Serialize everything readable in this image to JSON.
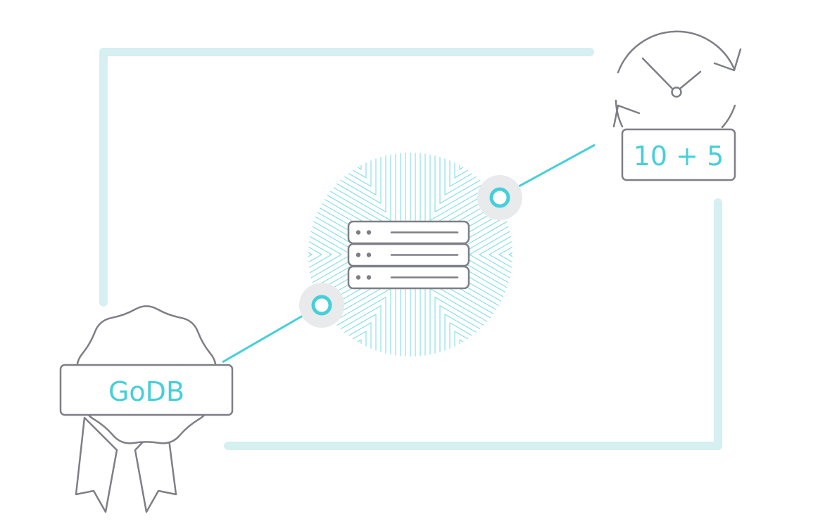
{
  "colors": {
    "frame": "#d6eff1",
    "accent": "#47cfd8",
    "stroke": "#7e7f86",
    "node_fill": "#e9eaec",
    "background": "#ffffff"
  },
  "badge": {
    "label": "GoDB",
    "icon": "award-ribbon-icon"
  },
  "timer": {
    "label": "10 + 5",
    "icon": "clock-refresh-icon"
  },
  "hub": {
    "icon": "database-server-icon",
    "rows": 3
  }
}
